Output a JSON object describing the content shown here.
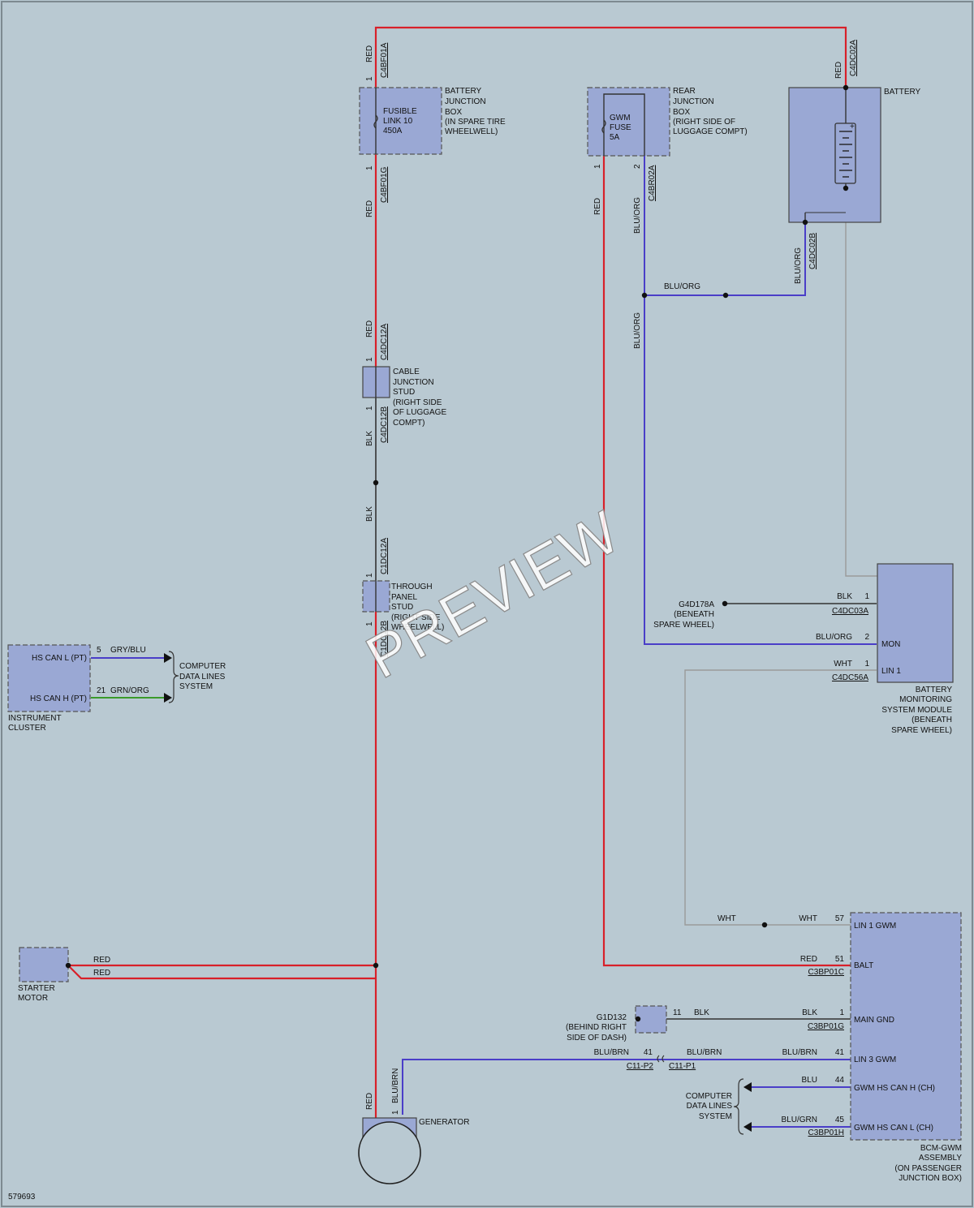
{
  "diagram_id": "579693",
  "watermark": "PREVIEW",
  "components": {
    "battery_junction_box": {
      "lines": [
        "BATTERY",
        "JUNCTION",
        "BOX",
        "(IN SPARE TIRE",
        "WHEELWELL)"
      ],
      "fuse": [
        "FUSIBLE",
        "LINK 10",
        "450A"
      ]
    },
    "rear_junction_box": {
      "lines": [
        "REAR",
        "JUNCTION",
        "BOX",
        "(RIGHT SIDE OF",
        "LUGGAGE COMPT)"
      ],
      "fuse": [
        "GWM",
        "FUSE",
        "5A"
      ]
    },
    "battery": {
      "label": "BATTERY"
    },
    "cable_junction_stud": {
      "lines": [
        "CABLE",
        "JUNCTION",
        "STUD",
        "(RIGHT SIDE",
        "OF LUGGAGE",
        "COMPT)"
      ]
    },
    "through_panel_stud": {
      "lines": [
        "THROUGH",
        "PANEL",
        "STUD",
        "(RIGHT SIDE",
        "WHEELWELL)"
      ]
    },
    "instrument_cluster": {
      "lines": [
        "INSTRUMENT",
        "CLUSTER"
      ],
      "pin_l": "HS CAN L (PT)",
      "pin_h": "HS CAN H (PT)"
    },
    "computer_data_lines_1": {
      "lines": [
        "COMPUTER",
        "DATA LINES",
        "SYSTEM"
      ]
    },
    "computer_data_lines_2": {
      "lines": [
        "COMPUTER",
        "DATA LINES",
        "SYSTEM"
      ]
    },
    "starter_motor": {
      "lines": [
        "STARTER",
        "MOTOR"
      ]
    },
    "generator": {
      "label": "GENERATOR"
    },
    "bms_module": {
      "lines": [
        "BATTERY",
        "MONITORING",
        "SYSTEM MODULE",
        "(BENEATH",
        "SPARE WHEEL)"
      ],
      "pin_mon": "MON",
      "pin_lin": "LIN 1"
    },
    "bcm_gwm": {
      "lines": [
        "BCM-GWM",
        "ASSEMBLY",
        "(ON PASSENGER",
        "JUNCTION BOX)"
      ],
      "pins": [
        "LIN 1 GWM",
        "BALT",
        "MAIN GND",
        "LIN 3 GWM",
        "GWM HS CAN H (CH)",
        "GWM HS CAN L (CH)"
      ]
    },
    "ground_g4d178a": {
      "lines": [
        "G4D178A",
        "(BENEATH",
        "SPARE WHEEL)"
      ]
    },
    "ground_g1d132": {
      "lines": [
        "G1D132",
        "(BEHIND RIGHT",
        "SIDE OF DASH)"
      ]
    }
  },
  "connectors": {
    "c4bf01a": "C4BF01A",
    "c4bf01g": "C4BF01G",
    "c4dc02a": "C4DC02A",
    "c4br02a": "C4BR02A",
    "c4dc02b": "C4DC02B",
    "c4dc12a": "C4DC12A",
    "c4dc12b": "C4DC12B",
    "c1dc12a": "C1DC12A",
    "c1dc12b": "C1DC12B",
    "c4dc03a": "C4DC03A",
    "c4dc56a": "C4DC56A",
    "c3bp01c": "C3BP01C",
    "c3bp01g": "C3BP01G",
    "c3bp01h": "C3BP01H",
    "c11p2": "C11-P2",
    "c11p1": "C11-P1"
  },
  "wire_colors": {
    "red": "RED",
    "blk": "BLK",
    "blu_org": "BLU/ORG",
    "wht": "WHT",
    "blu_brn": "BLU/BRN",
    "blu": "BLU",
    "blu_grn": "BLU/GRN",
    "gry_blu": "GRY/BLU",
    "grn_org": "GRN/ORG"
  },
  "pins": {
    "p1": "1",
    "p2": "2",
    "p5": "5",
    "p11": "11",
    "p21": "21",
    "p41": "41",
    "p44": "44",
    "p45": "45",
    "p51": "51",
    "p57": "57"
  },
  "colors": {
    "red_wire": "#d8202a",
    "blue_wire": "#4a3ec8",
    "black_wire": "#333333",
    "gray_wire": "#9a9a9a",
    "green_wire": "#3a9a2a",
    "component_fill": "#9aa8d4",
    "background": "#b9c9d2"
  }
}
